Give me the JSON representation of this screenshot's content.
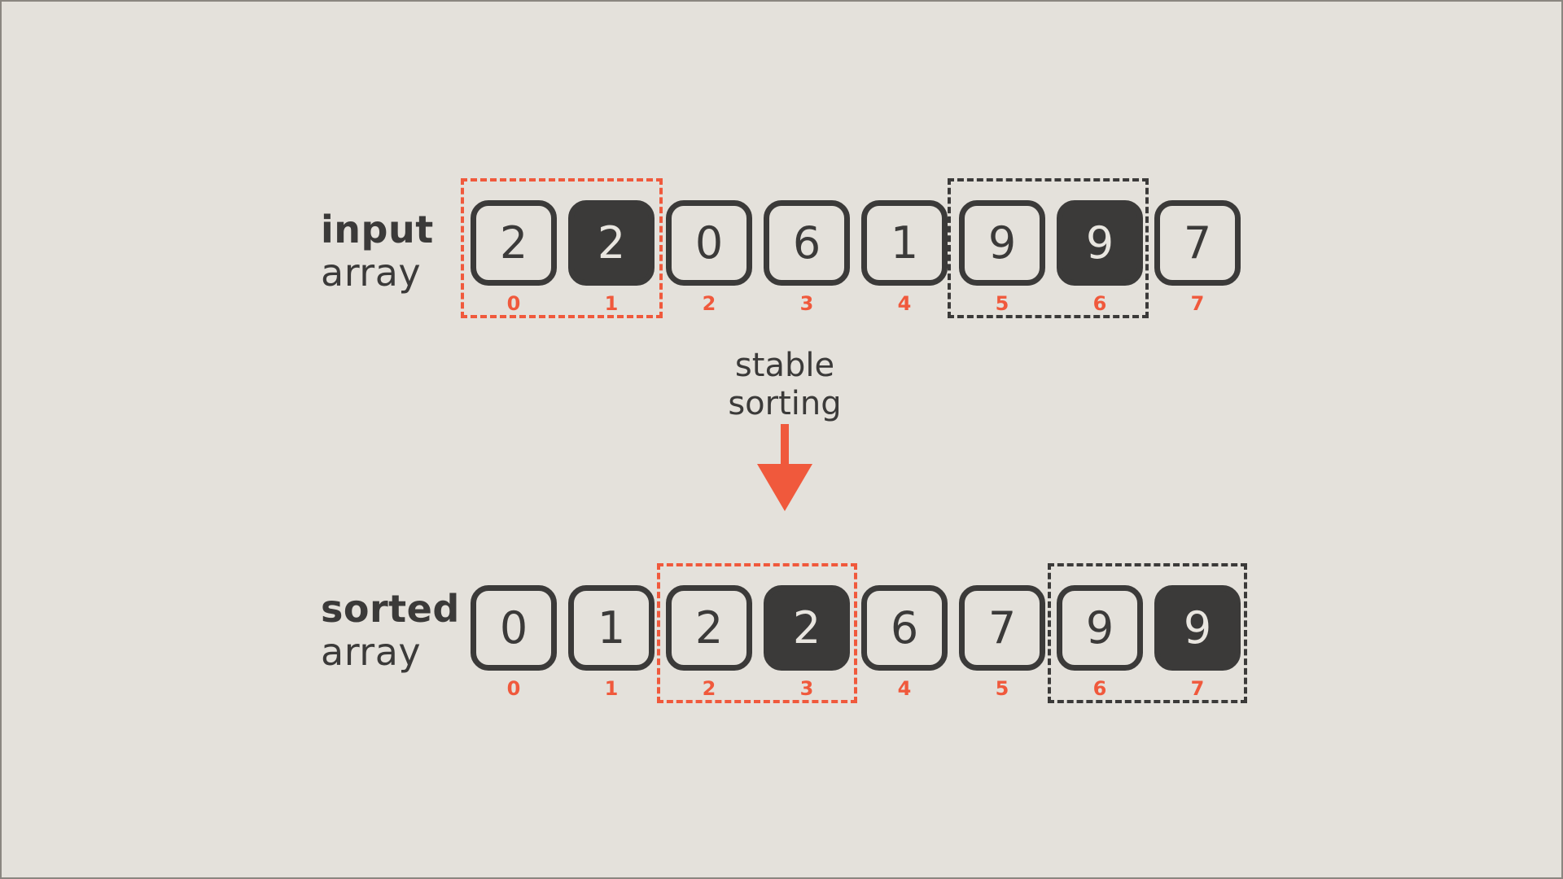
{
  "colors": {
    "background": "#e4e1db",
    "frame": "#8a8680",
    "dark": "#3b3a39",
    "light": "#e9e6e0",
    "orange": "#f0593c"
  },
  "input_array": {
    "label_bold": "input",
    "label_regular": "array",
    "cells": [
      {
        "value": "2",
        "index": "0",
        "dark": false
      },
      {
        "value": "2",
        "index": "1",
        "dark": true
      },
      {
        "value": "0",
        "index": "2",
        "dark": false
      },
      {
        "value": "6",
        "index": "3",
        "dark": false
      },
      {
        "value": "1",
        "index": "4",
        "dark": false
      },
      {
        "value": "9",
        "index": "5",
        "dark": false
      },
      {
        "value": "9",
        "index": "6",
        "dark": true
      },
      {
        "value": "7",
        "index": "7",
        "dark": false
      }
    ],
    "highlight_groups": [
      {
        "value": "2",
        "indices": [
          "0",
          "1"
        ],
        "style": "orange-dashed"
      },
      {
        "value": "9",
        "indices": [
          "5",
          "6"
        ],
        "style": "dark-dashed"
      }
    ]
  },
  "sorted_array": {
    "label_bold": "sorted",
    "label_regular": "array",
    "cells": [
      {
        "value": "0",
        "index": "0",
        "dark": false
      },
      {
        "value": "1",
        "index": "1",
        "dark": false
      },
      {
        "value": "2",
        "index": "2",
        "dark": false
      },
      {
        "value": "2",
        "index": "3",
        "dark": true
      },
      {
        "value": "6",
        "index": "4",
        "dark": false
      },
      {
        "value": "7",
        "index": "5",
        "dark": false
      },
      {
        "value": "9",
        "index": "6",
        "dark": false
      },
      {
        "value": "9",
        "index": "7",
        "dark": true
      }
    ],
    "highlight_groups": [
      {
        "value": "2",
        "indices": [
          "2",
          "3"
        ],
        "style": "orange-dashed"
      },
      {
        "value": "9",
        "indices": [
          "6",
          "7"
        ],
        "style": "dark-dashed"
      }
    ]
  },
  "transform": {
    "line1": "stable",
    "line2": "sorting",
    "arrow_icon": "down-arrow"
  }
}
